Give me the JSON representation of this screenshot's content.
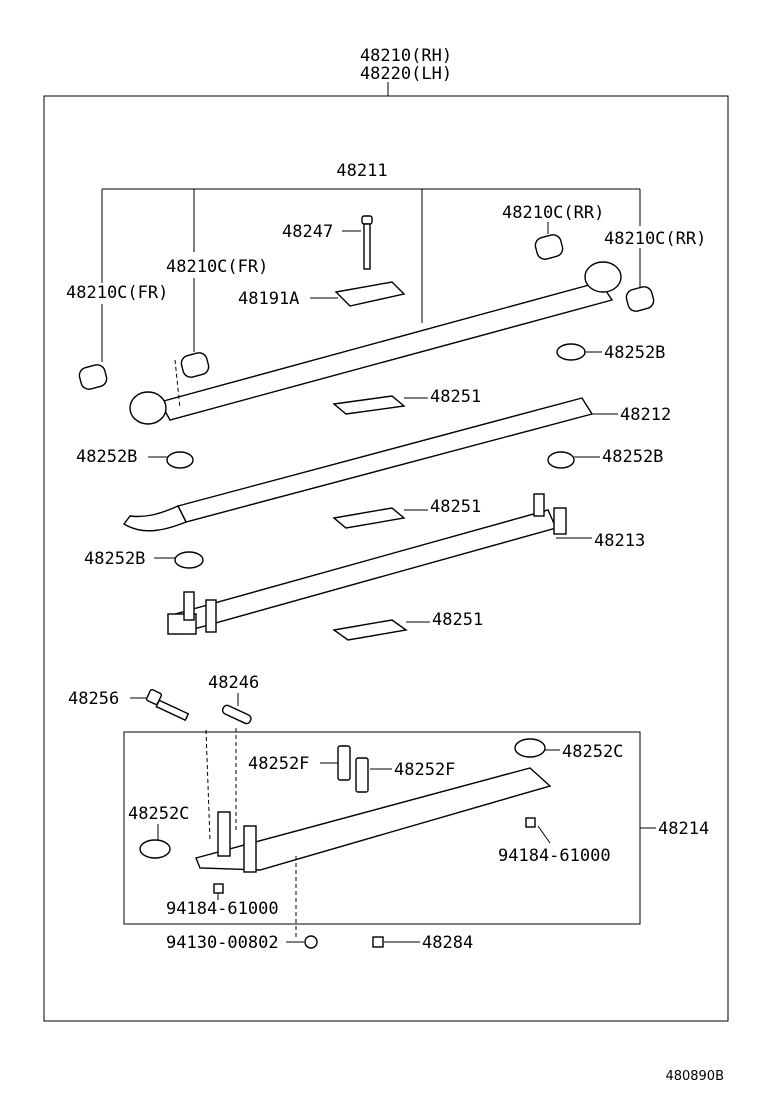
{
  "diagram": {
    "title_lines": [
      "48210(RH)",
      "48220(LH)"
    ],
    "reference_code": "480890B",
    "labels": {
      "p48211": "48211",
      "p48247": "48247",
      "p48210c_rr_a": "48210C(RR)",
      "p48210c_rr_b": "48210C(RR)",
      "p48210c_fr_a": "48210C(FR)",
      "p48210c_fr_b": "48210C(FR)",
      "p48191a": "48191A",
      "p48252b_a": "48252B",
      "p48251_a": "48251",
      "p48212": "48212",
      "p48252b_b": "48252B",
      "p48252b_c": "48252B",
      "p48251_b": "48251",
      "p48213": "48213",
      "p48252b_d": "48252B",
      "p48251_c": "48251",
      "p48256": "48256",
      "p48246": "48246",
      "p48252f_a": "48252F",
      "p48252f_b": "48252F",
      "p48252c_a": "48252C",
      "p48252c_b": "48252C",
      "p48214": "48214",
      "p94184_a": "94184-61000",
      "p94184_b": "94184-61000",
      "p94130": "94130-00802",
      "p48284": "48284"
    }
  }
}
